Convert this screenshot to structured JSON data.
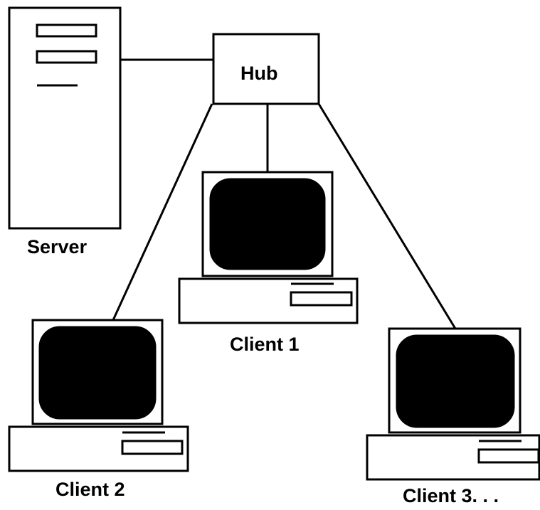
{
  "diagram": {
    "hub_label": "Hub",
    "server_label": "Server",
    "client1_label": "Client 1",
    "client2_label": "Client 2",
    "client3_label": "Client 3. . ."
  },
  "colors": {
    "stroke": "#000000",
    "fill": "#ffffff",
    "screen": "#000000"
  }
}
